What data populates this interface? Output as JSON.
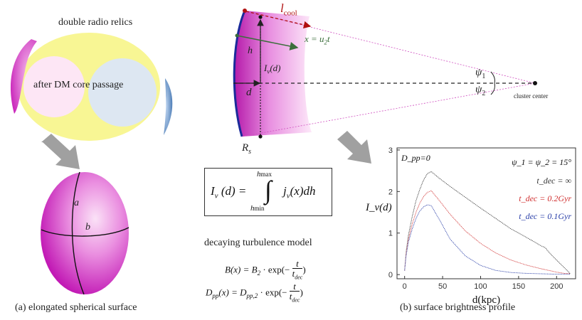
{
  "left_panel": {
    "title": "double radio relics",
    "inner_label": "after DM core passage",
    "caption": "(a) elongated spherical surface",
    "axis_a": "a",
    "axis_b": "b"
  },
  "middle_panel": {
    "l_cool": "l",
    "l_cool_sub": "cool",
    "x_eq": "x = u",
    "x_eq_sub": "2",
    "x_eq_tail": "t",
    "h": "h",
    "I_label": "I",
    "I_sub": "ν",
    "I_arg": "(d)",
    "d": "d",
    "psi1": "ψ",
    "psi1_sub": "1",
    "psi2": "ψ",
    "psi2_sub": "2",
    "cluster_center": "cluster center",
    "Rs": "R",
    "Rs_sub": "s"
  },
  "equation": {
    "lhs": "I",
    "lhs_sub": "ν",
    "lhs_arg": "(d) =",
    "integrand": "j",
    "integrand_sub": "ν",
    "integrand_tail": "(x)dh",
    "upper": "h",
    "upper_sub": "max",
    "lower": "h",
    "lower_sub": "min"
  },
  "model": {
    "title": "decaying turbulence model",
    "eq1_lhs": "B(x) = B",
    "eq1_sub": "2",
    "eq1_mid": " · exp(−",
    "eq1_num": "t",
    "eq1_den": "t",
    "eq1_den_sub": "dec",
    "eq1_end": ")",
    "eq2_lhs": "D",
    "eq2_lhs_sub": "pp",
    "eq2_lhs_tail": "(x) = D",
    "eq2_sub": "pp,2",
    "eq2_mid": " · exp(−",
    "eq2_num": "t",
    "eq2_den": "t",
    "eq2_den_sub": "dec",
    "eq2_end": ")"
  },
  "right_caption": "(b) surface brightness profile",
  "colors": {
    "magenta": "#c61bb7",
    "yellow": "#f8f694",
    "pink": "#fde6f5",
    "lightblue": "#dde7f2",
    "relic_blue": "#2d64a6",
    "arrow_gray": "#a0a0a0",
    "dec_inf": "#333333",
    "dec_02": "#d03030",
    "dec_01": "#2a3fa8",
    "lcool_red": "#b01010",
    "x_green": "#3b6e3b"
  },
  "chart_data": {
    "type": "line",
    "title": "",
    "xlabel": "d(kpc)",
    "ylabel": "I_ν(d)",
    "xlim": [
      -10,
      225
    ],
    "ylim": [
      -0.1,
      3.05
    ],
    "xticks": [
      0,
      50,
      100,
      150,
      200
    ],
    "yticks": [
      0,
      1,
      2,
      3
    ],
    "annotations": [
      "D_pp=0",
      "ψ_1 = ψ_2 = 15°"
    ],
    "series": [
      {
        "name": "t_dec = ∞",
        "color": "#333333",
        "x": [
          0,
          2,
          5,
          10,
          15,
          20,
          25,
          30,
          35,
          45,
          60,
          80,
          100,
          120,
          140,
          160,
          180,
          185,
          188,
          195,
          205,
          215,
          218
        ],
        "y": [
          0.1,
          0.55,
          0.95,
          1.4,
          1.78,
          2.05,
          2.28,
          2.43,
          2.48,
          2.33,
          2.12,
          1.86,
          1.6,
          1.35,
          1.1,
          0.9,
          0.69,
          0.65,
          0.58,
          0.44,
          0.26,
          0.08,
          0.02
        ]
      },
      {
        "name": "t_dec = 0.2Gyr",
        "color": "#d03030",
        "x": [
          0,
          2,
          5,
          10,
          15,
          20,
          25,
          30,
          35,
          45,
          60,
          80,
          100,
          120,
          140,
          160,
          180,
          190,
          200,
          210,
          218
        ],
        "y": [
          0.1,
          0.5,
          0.85,
          1.22,
          1.5,
          1.72,
          1.88,
          1.98,
          2.02,
          1.8,
          1.45,
          1.05,
          0.75,
          0.52,
          0.35,
          0.23,
          0.14,
          0.1,
          0.06,
          0.03,
          0.02
        ]
      },
      {
        "name": "t_dec = 0.1Gyr",
        "color": "#2a3fa8",
        "x": [
          0,
          2,
          5,
          10,
          15,
          20,
          25,
          30,
          35,
          45,
          60,
          80,
          100,
          120,
          140,
          160,
          180,
          200,
          218
        ],
        "y": [
          0.1,
          0.45,
          0.78,
          1.1,
          1.35,
          1.53,
          1.63,
          1.68,
          1.66,
          1.35,
          0.85,
          0.45,
          0.22,
          0.1,
          0.05,
          0.03,
          0.02,
          0.01,
          0.01
        ]
      }
    ]
  }
}
